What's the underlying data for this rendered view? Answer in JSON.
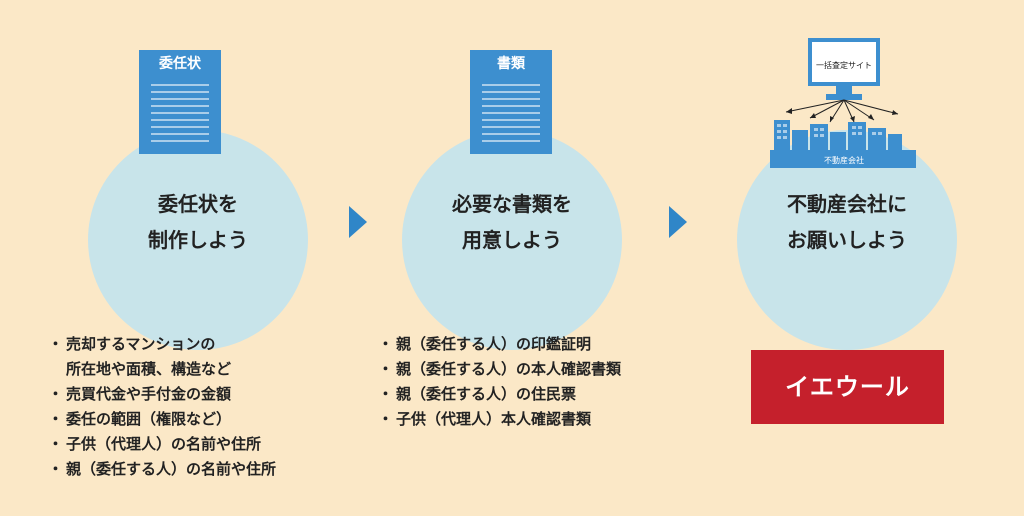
{
  "steps": [
    {
      "doc_label": "委任状",
      "circle_text_line1": "委任状を",
      "circle_text_line2": "制作しよう"
    },
    {
      "doc_label": "書類",
      "circle_text_line1": "必要な書類を",
      "circle_text_line2": "用意しよう"
    },
    {
      "monitor_label": "一括査定サイト",
      "building_label": "不動産会社",
      "circle_text_line1": "不動産会社に",
      "circle_text_line2": "お願いしよう"
    }
  ],
  "notes_left": [
    "売却するマンションの所在地や面積、構造など",
    "売買代金や手付金の金額",
    "委任の範囲（権限など）",
    "子供（代理人）の名前や住所",
    "親（委任する人）の名前や住所"
  ],
  "notes_left_first_line1": "売却するマンションの",
  "notes_left_first_line2": "所在地や面積、構造など",
  "notes_middle": [
    "親（委任する人）の印鑑証明",
    "親（委任する人）の本人確認書類",
    "親（委任する人）の住民票",
    "子供（代理人）本人確認書類"
  ],
  "brand_label": "イエウール",
  "colors": {
    "background": "#fbe8c7",
    "circle": "#c8e4ea",
    "accent_blue": "#2f86c8",
    "doc_blue": "#3d8fcf",
    "brand_red": "#c5202c"
  }
}
